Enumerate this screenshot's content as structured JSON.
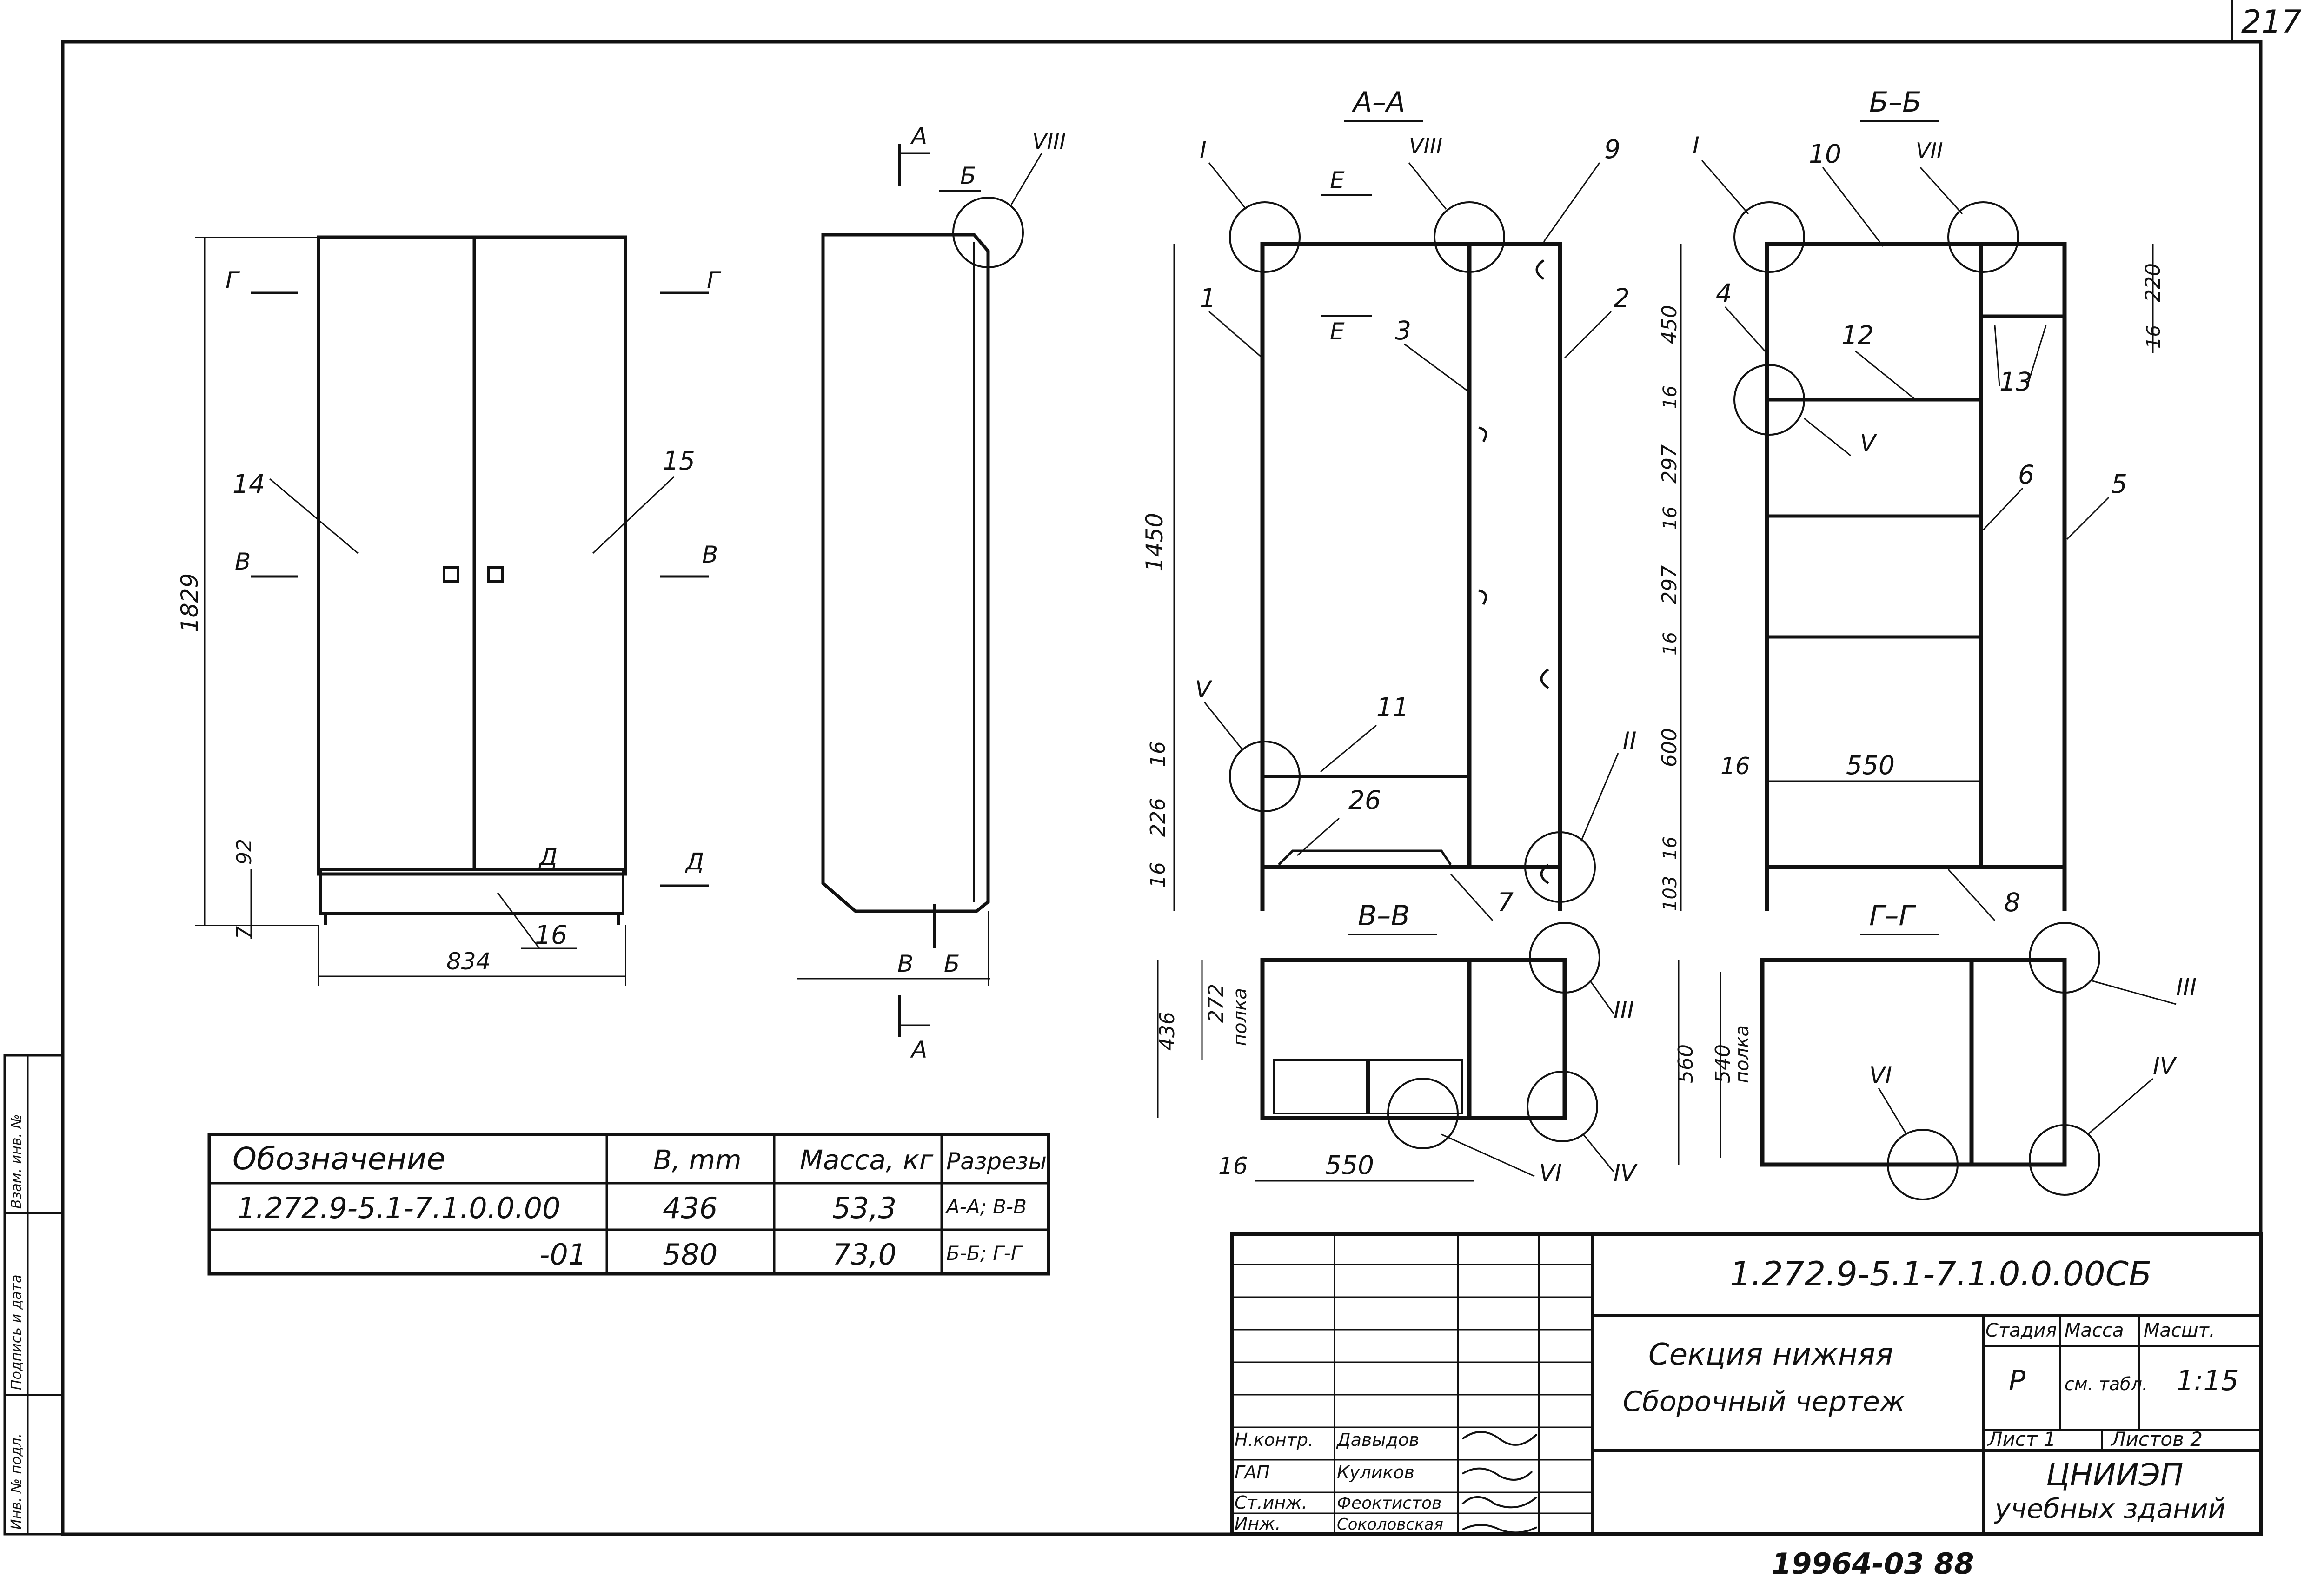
{
  "page_number": "217",
  "front_view": {
    "height_dim": "1829",
    "width_dim": "834",
    "base_dim": "92",
    "foot_dim": "7",
    "door_left_label": "14",
    "door_right_label": "15",
    "base_label": "16",
    "cut_g": "Г",
    "cut_v": "В",
    "cut_d": "Д"
  },
  "side_view": {
    "cut_a": "А",
    "cut_b": "Б",
    "cut_v": "В",
    "node_viii": "VIII"
  },
  "section_aa": {
    "title": "А–А",
    "labels": [
      "1",
      "2",
      "3",
      "9",
      "11",
      "26",
      "7"
    ],
    "nodes": [
      "I",
      "VIII",
      "V",
      "II"
    ],
    "cut_e": "Е",
    "dims": [
      "1450",
      "16",
      "226",
      "16"
    ]
  },
  "section_bb": {
    "title": "Б–Б",
    "labels": [
      "10",
      "4",
      "12",
      "13",
      "6",
      "5",
      "8"
    ],
    "nodes": [
      "I",
      "VII",
      "V"
    ],
    "dims_left": [
      "450",
      "16",
      "297",
      "16",
      "297",
      "16",
      "600",
      "103",
      "16"
    ],
    "dims_right": [
      "220",
      "16"
    ],
    "dim_width": "550",
    "dim_small": "16"
  },
  "section_vv": {
    "title": "В–В",
    "nodes": [
      "III",
      "VI",
      "IV"
    ],
    "dims": [
      "436",
      "272",
      "16",
      "550"
    ],
    "shelf_label": "полка"
  },
  "section_gg": {
    "title": "Г–Г",
    "nodes": [
      "III",
      "IV",
      "VI"
    ],
    "dims": [
      "560",
      "540"
    ],
    "shelf_label": "полка"
  },
  "spec_table": {
    "headers": [
      "Обозначение",
      "В, mm",
      "Масса, кг",
      "Разрезы"
    ],
    "rows": [
      {
        "designation": "1.272.9-5.1-7.1.0.0.00",
        "b": "436",
        "mass": "53,3",
        "cuts": "А-А; В-В"
      },
      {
        "designation": "-01",
        "b": "580",
        "mass": "73,0",
        "cuts": "Б-Б; Г-Г"
      }
    ]
  },
  "title_block": {
    "code": "1.272.9-5.1-7.1.0.0.00СБ",
    "name_line1": "Секция нижняя",
    "name_line2": "Сборочный чертеж",
    "stage_header": "Стадия",
    "mass_header": "Масса",
    "scale_header": "Масшт.",
    "stage": "Р",
    "mass": "см. табл.",
    "scale": "1:15",
    "sheet": "Лист 1",
    "sheets": "Листов 2",
    "org_line1": "ЦНИИЭП",
    "org_line2": "учебных зданий",
    "roles": [
      "Н.контр.",
      "ГАП",
      "Ст.инж.",
      "Инж."
    ],
    "names": [
      "Давыдов",
      "Куликов",
      "Феоктистов",
      "Соколовская"
    ]
  },
  "side_stamp": [
    "Взам. инв. №",
    "Подпись и дата",
    "Инв. № подл."
  ],
  "footer": "19964-03   88"
}
